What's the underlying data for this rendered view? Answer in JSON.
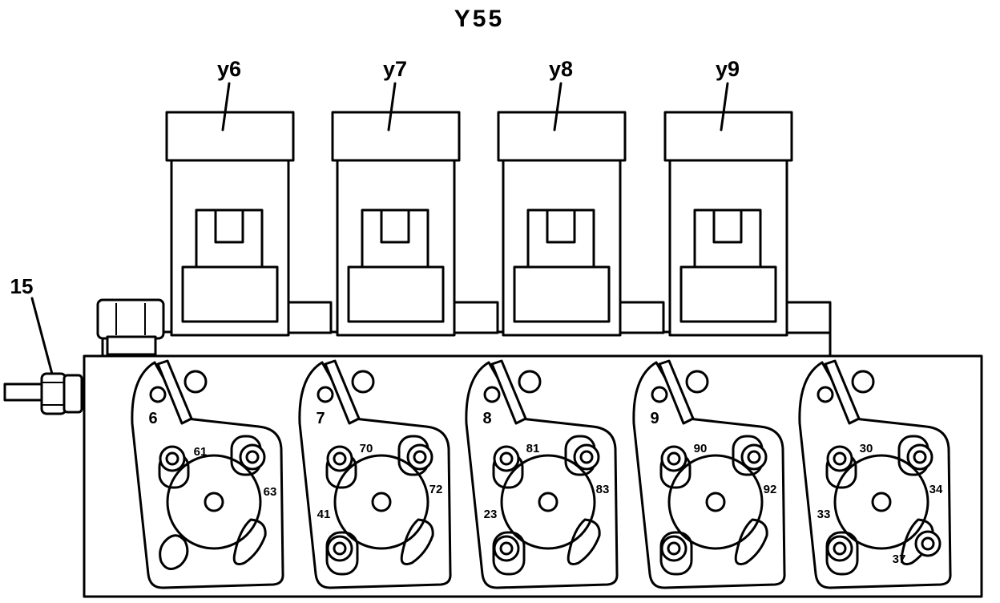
{
  "title": "Y55",
  "fitting_label": "15",
  "solenoids": [
    {
      "label": "y6"
    },
    {
      "label": "y7"
    },
    {
      "label": "y8"
    },
    {
      "label": "y9"
    }
  ],
  "valves": [
    {
      "number": "6",
      "ports": [
        "61",
        "63"
      ]
    },
    {
      "number": "7",
      "ports": [
        "70",
        "72",
        "41"
      ]
    },
    {
      "number": "8",
      "ports": [
        "81",
        "83",
        "23"
      ]
    },
    {
      "number": "9",
      "ports": [
        "90",
        "92"
      ]
    },
    {
      "number": "",
      "ports": [
        "30",
        "34",
        "33",
        "37"
      ]
    }
  ]
}
